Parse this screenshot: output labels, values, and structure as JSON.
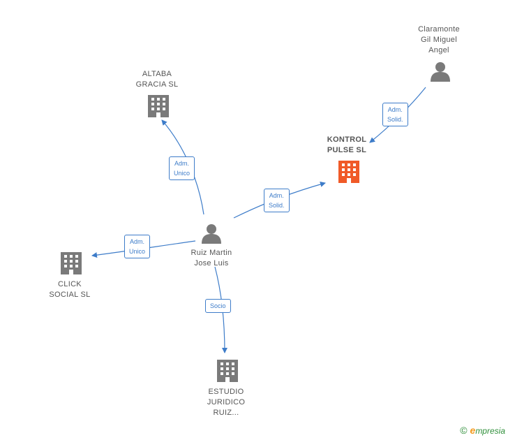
{
  "nodes": {
    "ruiz": {
      "label": "Ruiz Martin\nJose Luis",
      "kind": "person"
    },
    "claramonte": {
      "label": "Claramonte\nGil Miguel\nAngel",
      "kind": "person"
    },
    "kontrol": {
      "label": "KONTROL\nPULSE  SL",
      "kind": "company",
      "highlight": true
    },
    "altaba": {
      "label": "ALTABA\nGRACIA  SL",
      "kind": "company"
    },
    "click": {
      "label": "CLICK\nSOCIAL  SL",
      "kind": "company"
    },
    "estudio": {
      "label": "ESTUDIO\nJURIDICO\nRUIZ...",
      "kind": "company"
    }
  },
  "edges": {
    "ruiz_altaba": "Adm.\nUnico",
    "ruiz_kontrol": "Adm.\nSolid.",
    "claramonte_kontrol": "Adm.\nSolid.",
    "ruiz_click": "Adm.\nUnico",
    "ruiz_estudio": "Socio"
  },
  "footer": {
    "copyright": "©",
    "brand_initial": "e",
    "brand_rest": "mpresia"
  },
  "colors": {
    "edge": "#3d7cc9",
    "node_icon": "#7a7a7a",
    "highlight_icon": "#f05a28",
    "brand_green": "#2f8f3a",
    "brand_orange": "#f39a1e"
  }
}
